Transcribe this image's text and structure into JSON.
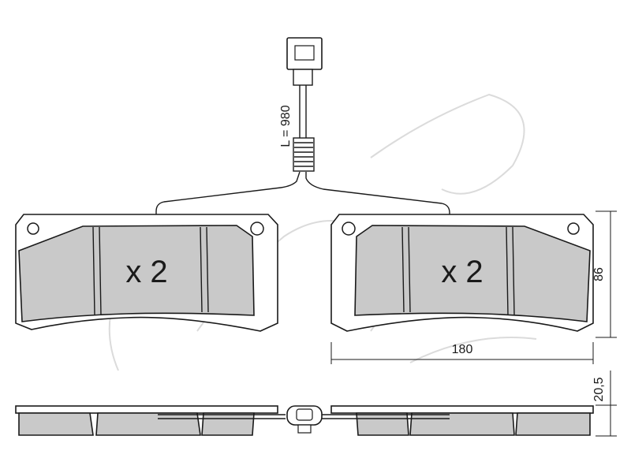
{
  "drawing": {
    "sensor_length_label": "L = 980",
    "left_quantity": "x 2",
    "right_quantity": "x 2",
    "dimensions": {
      "width": "180",
      "height": "86",
      "thickness": "20,5"
    },
    "watermark": "cifam"
  }
}
